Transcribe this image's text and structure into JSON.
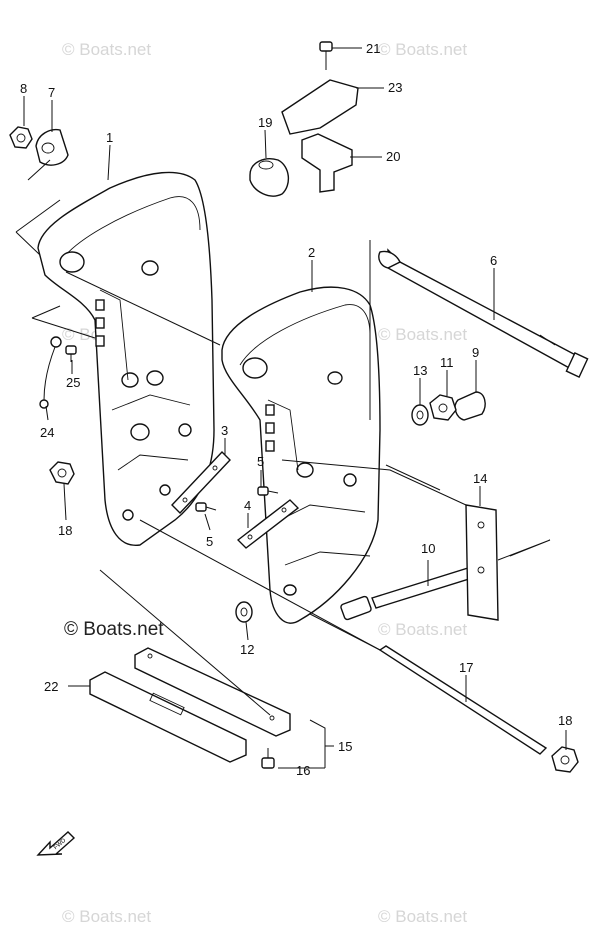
{
  "watermark_text": "© Boats.net",
  "main_watermark_text": "© Boats.net",
  "fwd_label": "FWD",
  "callouts": {
    "c1": "1",
    "c2": "2",
    "c3": "3",
    "c4": "4",
    "c5a": "5",
    "c5b": "5",
    "c6": "6",
    "c7": "7",
    "c8": "8",
    "c9": "9",
    "c10": "10",
    "c11": "11",
    "c12": "12",
    "c13": "13",
    "c14": "14",
    "c15": "15",
    "c16": "16",
    "c17": "17",
    "c18a": "18",
    "c18b": "18",
    "c19": "19",
    "c20": "20",
    "c21": "21",
    "c22": "22",
    "c23": "23",
    "c24": "24",
    "c25": "25"
  }
}
